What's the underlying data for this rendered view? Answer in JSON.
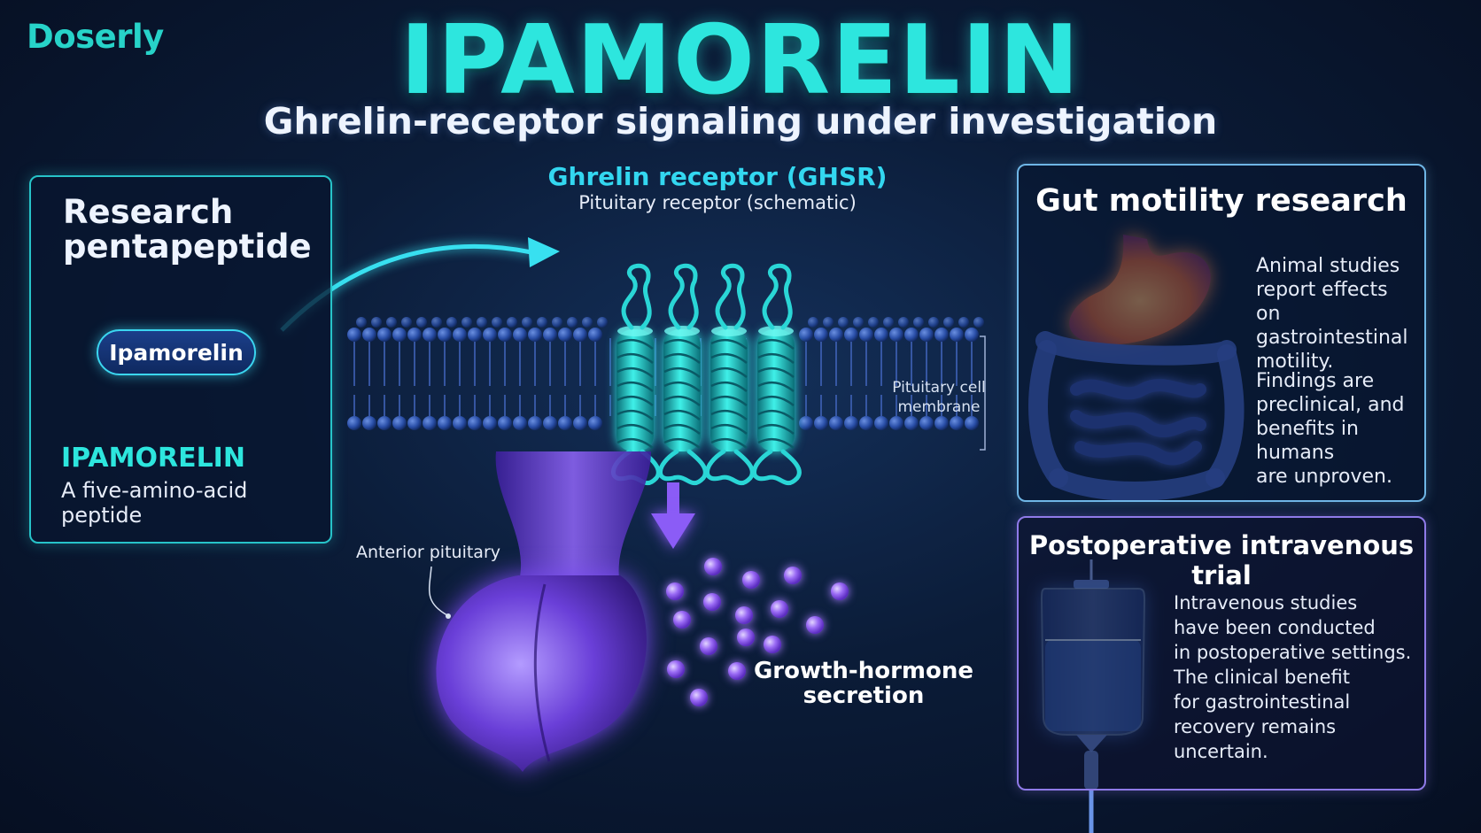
{
  "brand": "Doserly",
  "title": "IPAMORELIN",
  "subtitle": "Ghrelin-receptor signaling under investigation",
  "left_panel": {
    "title_line1": "Research",
    "title_line2": "pentapeptide",
    "pill_label": "Ipamorelin",
    "name": "IPAMORELIN",
    "description": "A five-amino-acid peptide"
  },
  "center": {
    "receptor_title": "Ghrelin receptor (GHSR)",
    "receptor_subtitle": "Pituitary receptor (schematic)",
    "membrane_label_line1": "Pituitary cell",
    "membrane_label_line2": "membrane",
    "pituitary_label": "Anterior pituitary",
    "secretion_label_line1": "Growth-hormone",
    "secretion_label_line2": "secretion"
  },
  "gut_panel": {
    "title": "Gut motility research",
    "paragraph1": [
      "Animal studies",
      "report effects",
      "on gastrointestinal",
      "motility."
    ],
    "paragraph2": [
      "Findings are",
      "preclinical, and",
      "benefits in humans",
      "are unproven."
    ]
  },
  "iv_panel": {
    "title": "Postoperative intravenous trial",
    "paragraph": [
      "Intravenous studies",
      "have been conducted",
      "in postoperative settings.",
      "The clinical benefit",
      "for gastrointestinal",
      "recovery remains uncertain."
    ]
  },
  "colors": {
    "accent_teal": "#2de6de",
    "receptor_teal": "#1ec6c6",
    "purple": "#8b5cf6",
    "membrane_blue": "#2a4fa8"
  }
}
